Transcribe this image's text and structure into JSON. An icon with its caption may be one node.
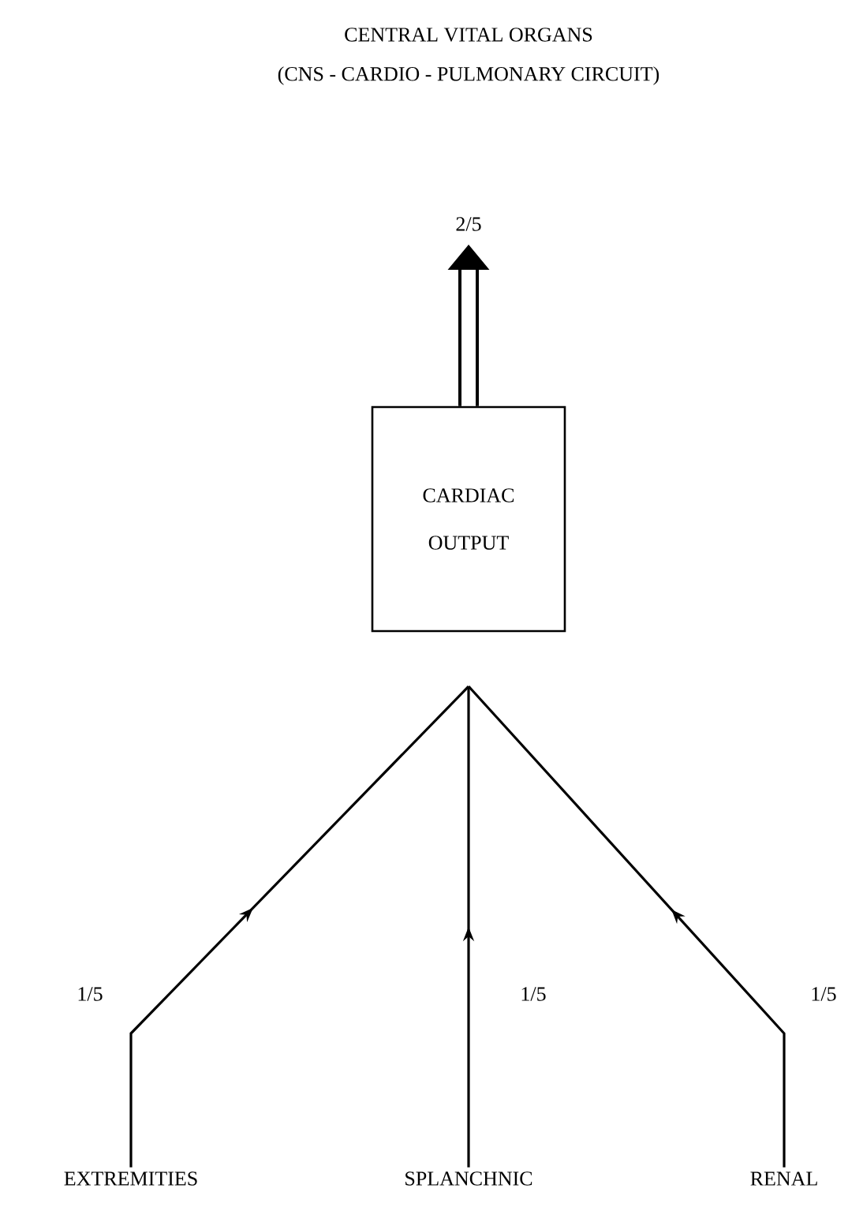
{
  "diagram": {
    "title": "CENTRAL VITAL ORGANS",
    "nodes": [
      {
        "text": [
          "CARDIAC OUTPUT"
        ]
      },
      {
        "text": [
          "EXTREMITIES"
        ]
      },
      {
        "text": [
          "SPLANCHNIC"
        ]
      },
      {
        "text": [
          "RENAL"
        ]
      }
    ],
    "edges": [
      {
        "from": 0,
        "to": null,
        "arrow": "to",
        "label": "2/5",
        "style": "thick"
      },
      {
        "from": 1,
        "to": 0,
        "arrow": "to",
        "label": "1/5"
      },
      {
        "from": 2,
        "to": 0,
        "arrow": "to",
        "label": "1/5"
      },
      {
        "from": 3,
        "to": 0,
        "arrow": "to",
        "label": "1/5"
      }
    ],
    "labels": [
      "(CNS - CARDIO - PULMONARY CIRCUIT)"
    ]
  }
}
